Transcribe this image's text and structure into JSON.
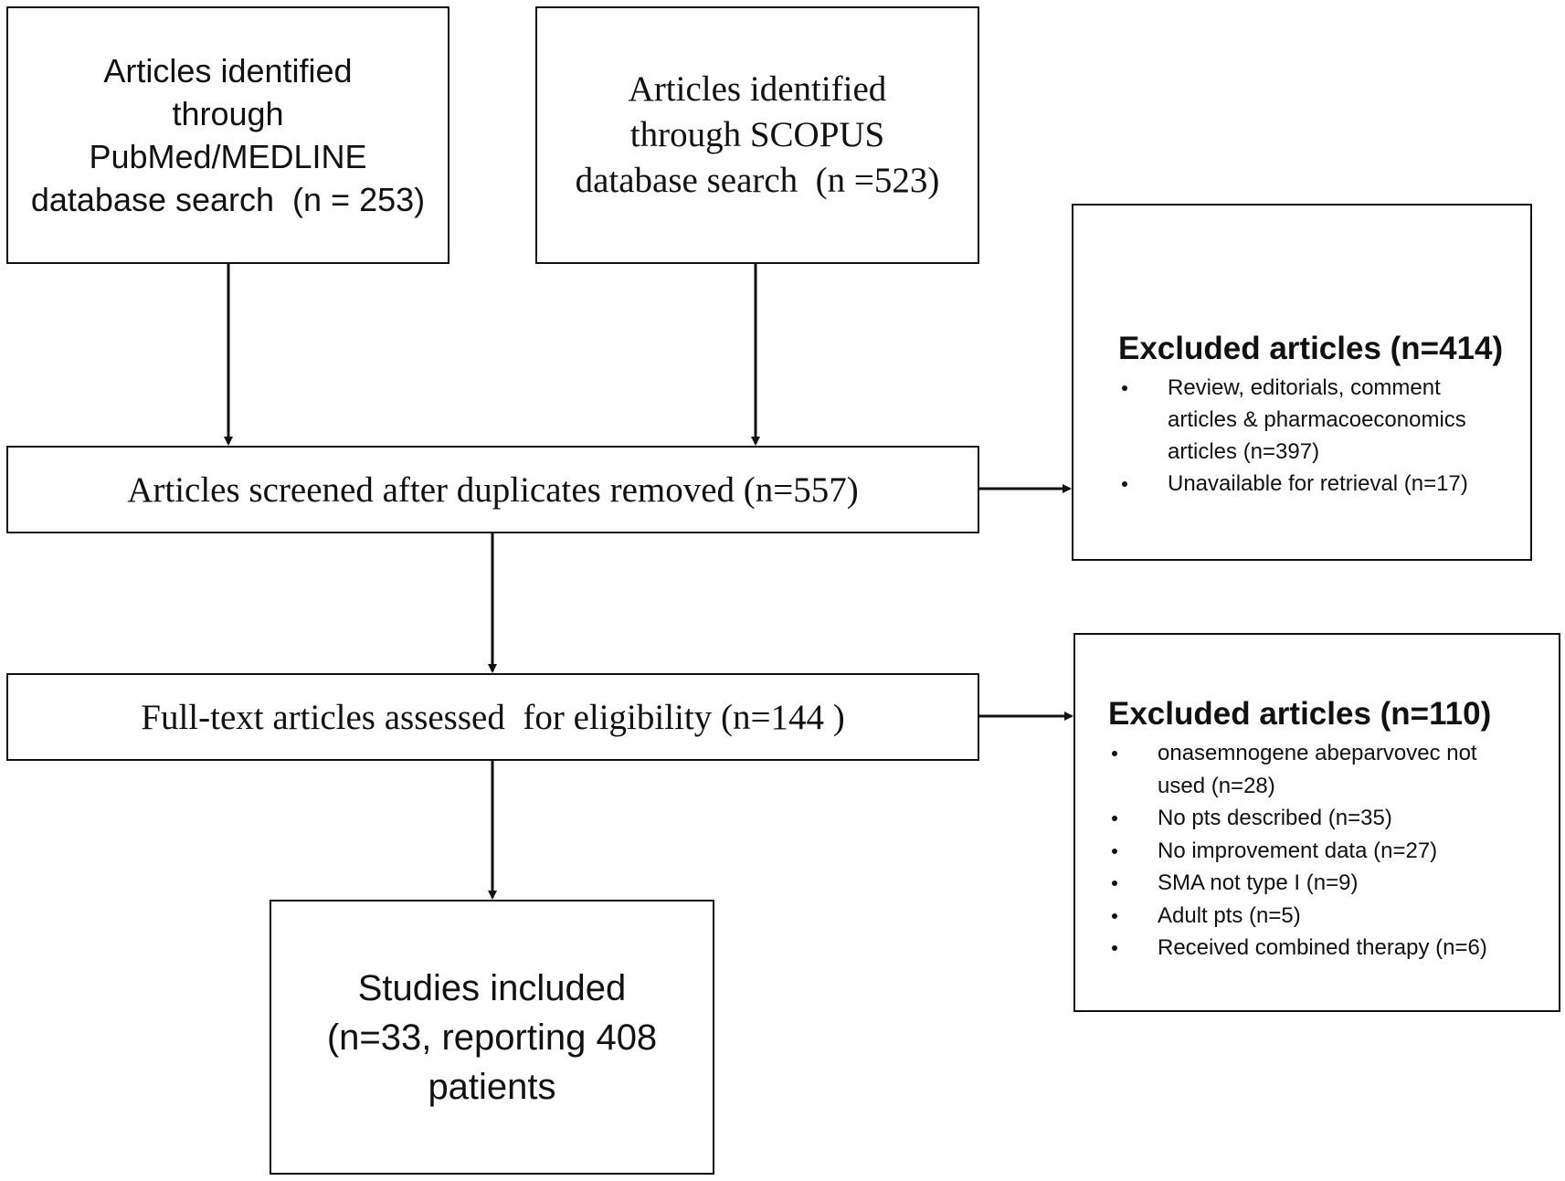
{
  "boxes": {
    "pubmed": {
      "lines": [
        "Articles identified",
        "through",
        "PubMed/MEDLINE",
        "database search  (n = 253)"
      ]
    },
    "scopus": {
      "lines": [
        "Articles identified",
        "through SCOPUS",
        "database search  (n =523)"
      ]
    },
    "screened": {
      "text": "Articles screened after duplicates removed (n=557)"
    },
    "fulltext": {
      "text": "Full-text articles assessed  for eligibility (n=144 )"
    },
    "included": {
      "lines": [
        "Studies included",
        "(n=33, reporting 408",
        "patients"
      ]
    }
  },
  "excluded_1": {
    "title": "Excluded articles (n=414)",
    "items": [
      "Review, editorials, comment articles & pharmacoeconomics articles (n=397)",
      "Unavailable for retrieval (n=17)"
    ]
  },
  "excluded_2": {
    "title": "Excluded articles (n=110)",
    "items": [
      "onasemnogene abeparvovec not used (n=28)",
      "No pts described (n=35)",
      "No improvement data (n=27)",
      "SMA not type I (n=9)",
      "Adult pts (n=5)",
      "Received combined therapy (n=6)"
    ]
  },
  "colors": {
    "stroke": "#111111",
    "background": "#ffffff"
  }
}
